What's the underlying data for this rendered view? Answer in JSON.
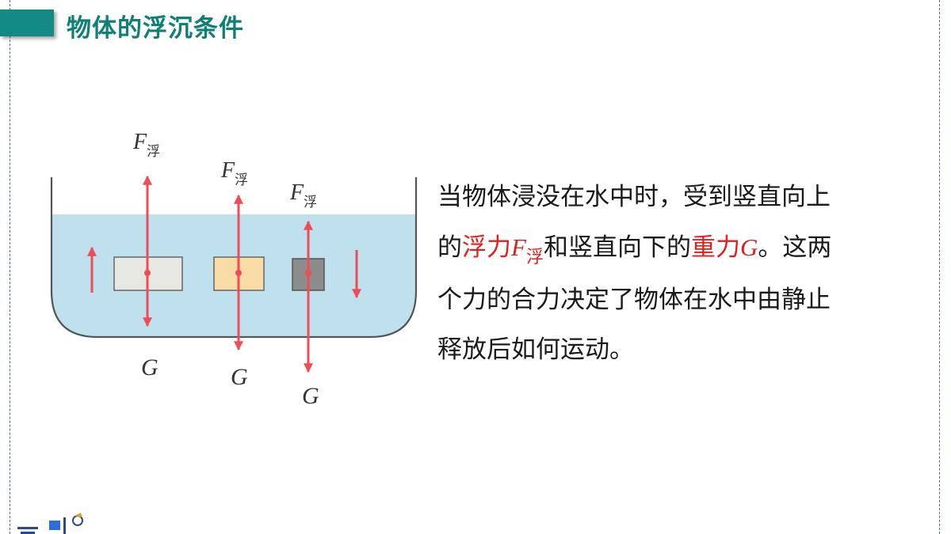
{
  "slide": {
    "title": "物体的浮沉条件"
  },
  "diagram": {
    "force_labels": [
      {
        "symbol": "F",
        "subscript": "浮"
      },
      {
        "symbol": "F",
        "subscript": "浮"
      },
      {
        "symbol": "F",
        "subscript": "浮"
      }
    ],
    "gravity_labels": [
      "G",
      "G",
      "G"
    ],
    "colors": {
      "water": "#bfe1ee",
      "container": "#555555",
      "arrow": "#ee4d55",
      "block_light": "#e8e8e2",
      "block_yellow": "#f9dba6",
      "block_gray": "#8c8c8c"
    }
  },
  "text": {
    "line1": "当物体浸没在水中时，受到竖直向上",
    "line2_a": "的",
    "line2_buoyancy": "浮力",
    "line2_F": "F",
    "line2_F_sub": "浮",
    "line2_b": "和竖直向下的",
    "line2_gravity": "重力",
    "line2_G": "G",
    "line2_c": "。这两",
    "line3": "个力的合力决定了物体在水中由静止",
    "line4": "释放后如何运动。"
  }
}
